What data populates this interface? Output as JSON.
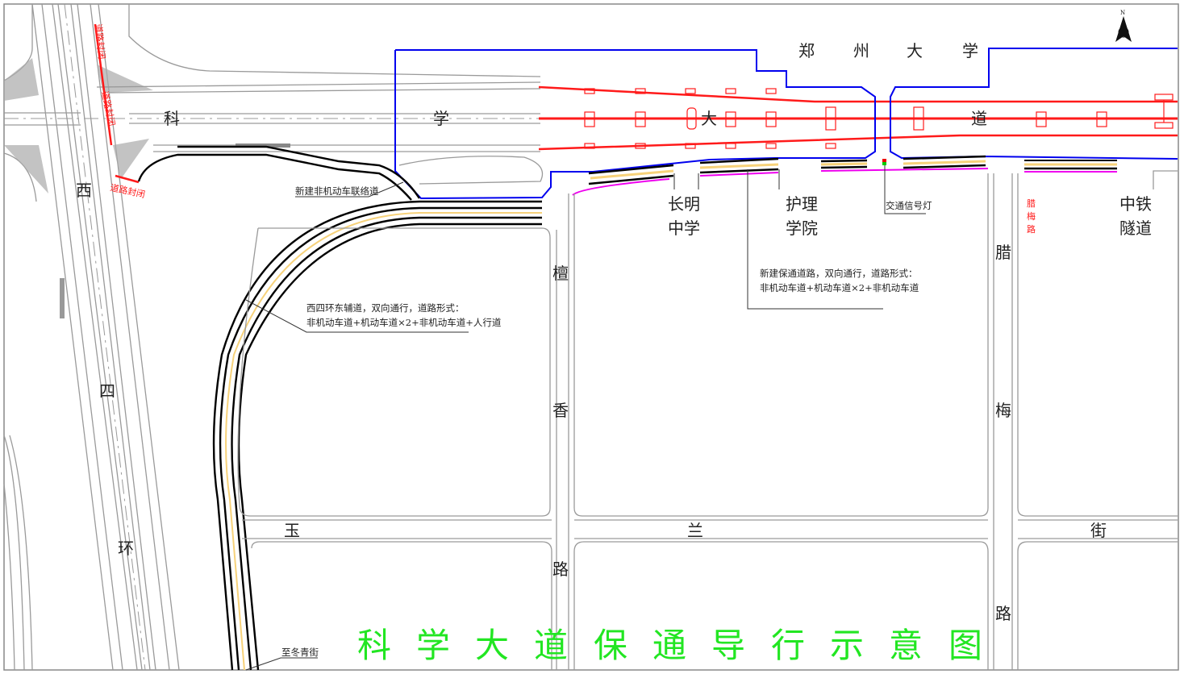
{
  "title": [
    "科",
    "学",
    "大",
    "道",
    "保",
    "通",
    "导",
    "行",
    "示",
    "意",
    "图"
  ],
  "north_arrow": {
    "icon": "north-arrow-icon",
    "label": "N"
  },
  "zhengzhou_university": [
    "郑",
    "州",
    "大",
    "学"
  ],
  "science_avenue": [
    "科",
    "学",
    "大",
    "道"
  ],
  "west_fourth_ring": [
    "西",
    "四",
    "环"
  ],
  "road_closed": [
    "道路封闭",
    "道路封闭",
    "道路封闭"
  ],
  "new_bike_link": "新建非机动车联络道",
  "changming_school": [
    "长明",
    "中学"
  ],
  "nursing_college": [
    "护理",
    "学院"
  ],
  "traffic_light": "交通信号灯",
  "lamei_road_small": [
    "腊",
    "梅",
    "路"
  ],
  "crec_tunnel": [
    "中铁",
    "隧道"
  ],
  "tanxiang_road": [
    "檀",
    "香",
    "路"
  ],
  "lamei_road": [
    "腊",
    "梅",
    "路"
  ],
  "yulan_street": [
    "玉",
    "兰",
    "街"
  ],
  "note_aux_road": [
    "西四环东辅道，双向通行，道路形式：",
    "非机动车道+机动车道×2+非机动车道+人行道"
  ],
  "note_new_road": [
    "新建保通道路，双向通行，道路形式：",
    "非机动车道+机动车道×2+非机动车道"
  ],
  "to_dongqing": "至冬青街",
  "colors": {
    "construction": "#ff1a1a",
    "boundary": "#0000ee",
    "bike_lane": "#ee00ee",
    "center_line": "#f7d27a",
    "title": "#22e622"
  }
}
